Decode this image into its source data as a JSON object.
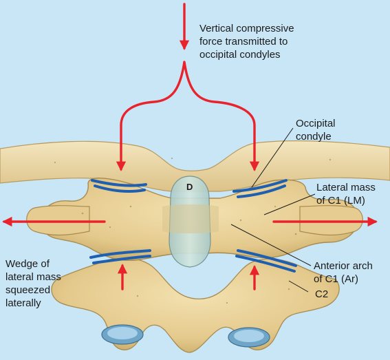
{
  "labels": {
    "force": "Vertical compressive\nforce transmitted to\noccipital condyles",
    "occipital_condyle": "Occipital\ncondyle",
    "lateral_mass": "Lateral mass\nof C1 (LM)",
    "anterior_arch": "Anterior arch\nof C1 (Ar)",
    "c2": "C2",
    "wedge": "Wedge of\nlateral mass\nsqueezed\nlaterally",
    "dens": "D"
  },
  "colors": {
    "background": "#c9e6f6",
    "bone": "#e9d29a",
    "bone_shadow": "#c9ad6b",
    "bone_outline": "#a88a4e",
    "arrow": "#e8232b",
    "joint": "#1f5fb0",
    "dens": "#b9d6d2"
  }
}
